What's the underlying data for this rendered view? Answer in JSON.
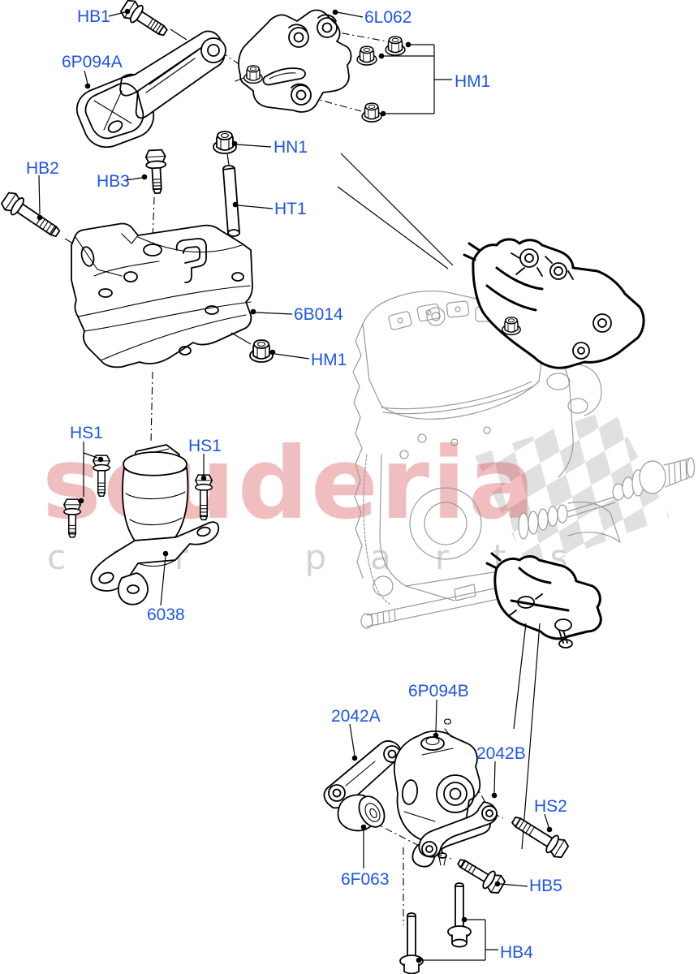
{
  "page": {
    "background": "#ffffff"
  },
  "colors": {
    "label_blue": "#1e55e6",
    "brand_red": "#d42a33",
    "checker_gray": "#e0e0e0",
    "tagline_gray": "#d2d2d2",
    "engine_gray": "#9a9a9a",
    "line_black": "#000000"
  },
  "watermark": {
    "brand": "scuderia",
    "tagline": "car parts"
  },
  "labels": {
    "hb1": "HB1",
    "l6l062": "6L062",
    "p6p094a": "6P094A",
    "hm1_top": "HM1",
    "hn1": "HN1",
    "hb2": "HB2",
    "hb3": "HB3",
    "ht1": "HT1",
    "b6b014": "6B014",
    "hm1_mid": "HM1",
    "hs1_left": "HS1",
    "hs1_right": "HS1",
    "m6038": "6038",
    "p6p094b": "6P094B",
    "l2042a": "2042A",
    "l2042b": "2042B",
    "hs2": "HS2",
    "f6f063": "6F063",
    "hb5": "HB5",
    "hb4": "HB4"
  }
}
